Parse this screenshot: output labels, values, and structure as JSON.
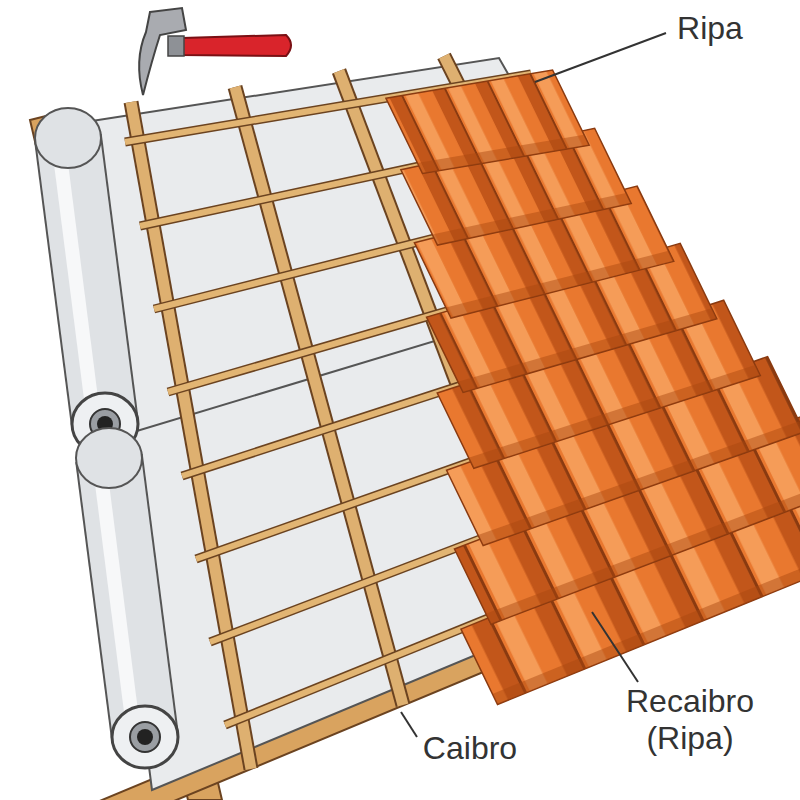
{
  "diagram": {
    "labels": [
      "Ripa",
      "Recaibro (Ripa)",
      "Caibro"
    ]
  }
}
